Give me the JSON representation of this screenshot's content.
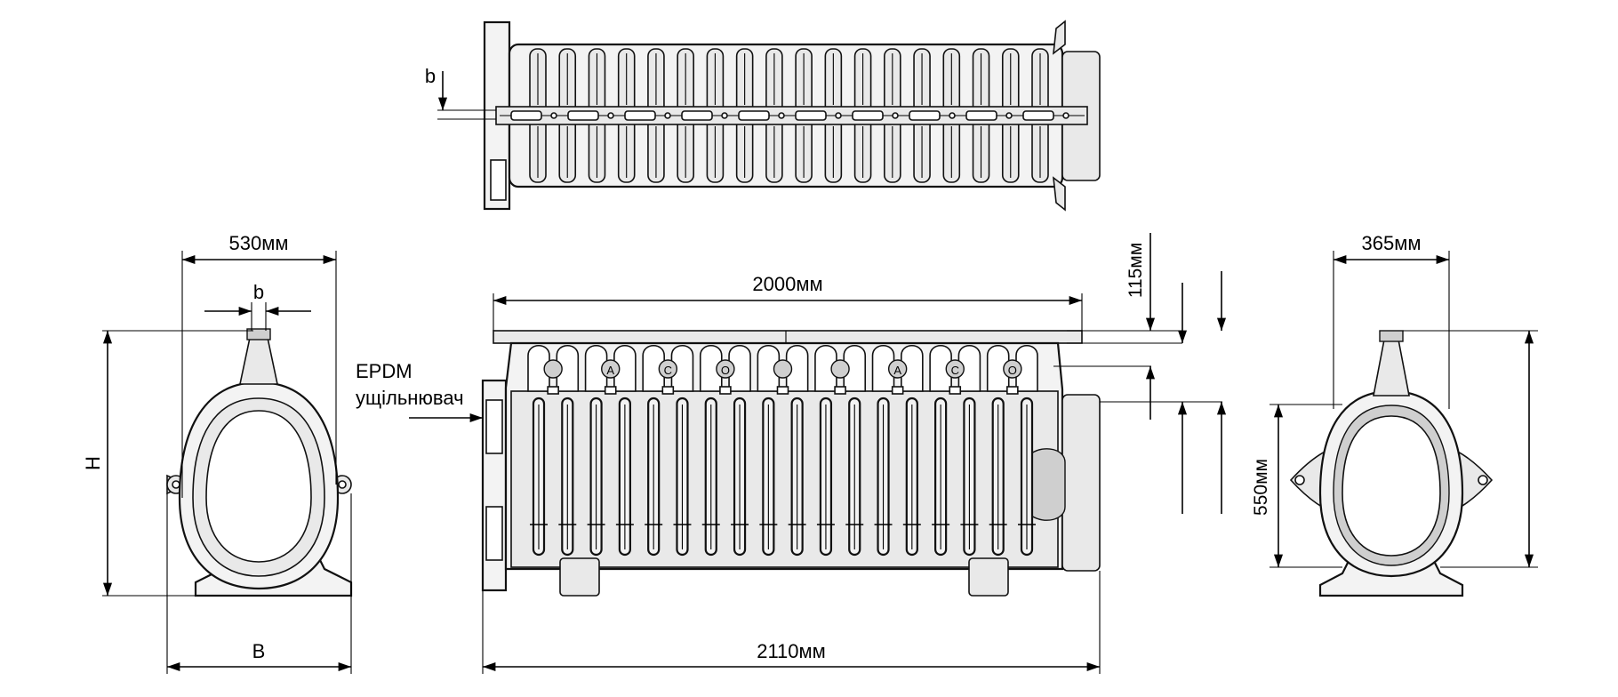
{
  "labels": {
    "b_top": "b",
    "b_left": "b",
    "width_530": "530мм",
    "height_H": "H",
    "base_B": "B",
    "length_2000": "2000мм",
    "length_2110": "2110мм",
    "dim_115": "115мм",
    "width_365": "365мм",
    "height_550": "550мм",
    "seal_line1": "EPDM",
    "seal_line2": "ущільнювач"
  },
  "ribs": {
    "count": 9,
    "letters": [
      "",
      "A",
      "C",
      "O",
      "",
      "",
      "A",
      "C",
      "O"
    ]
  }
}
